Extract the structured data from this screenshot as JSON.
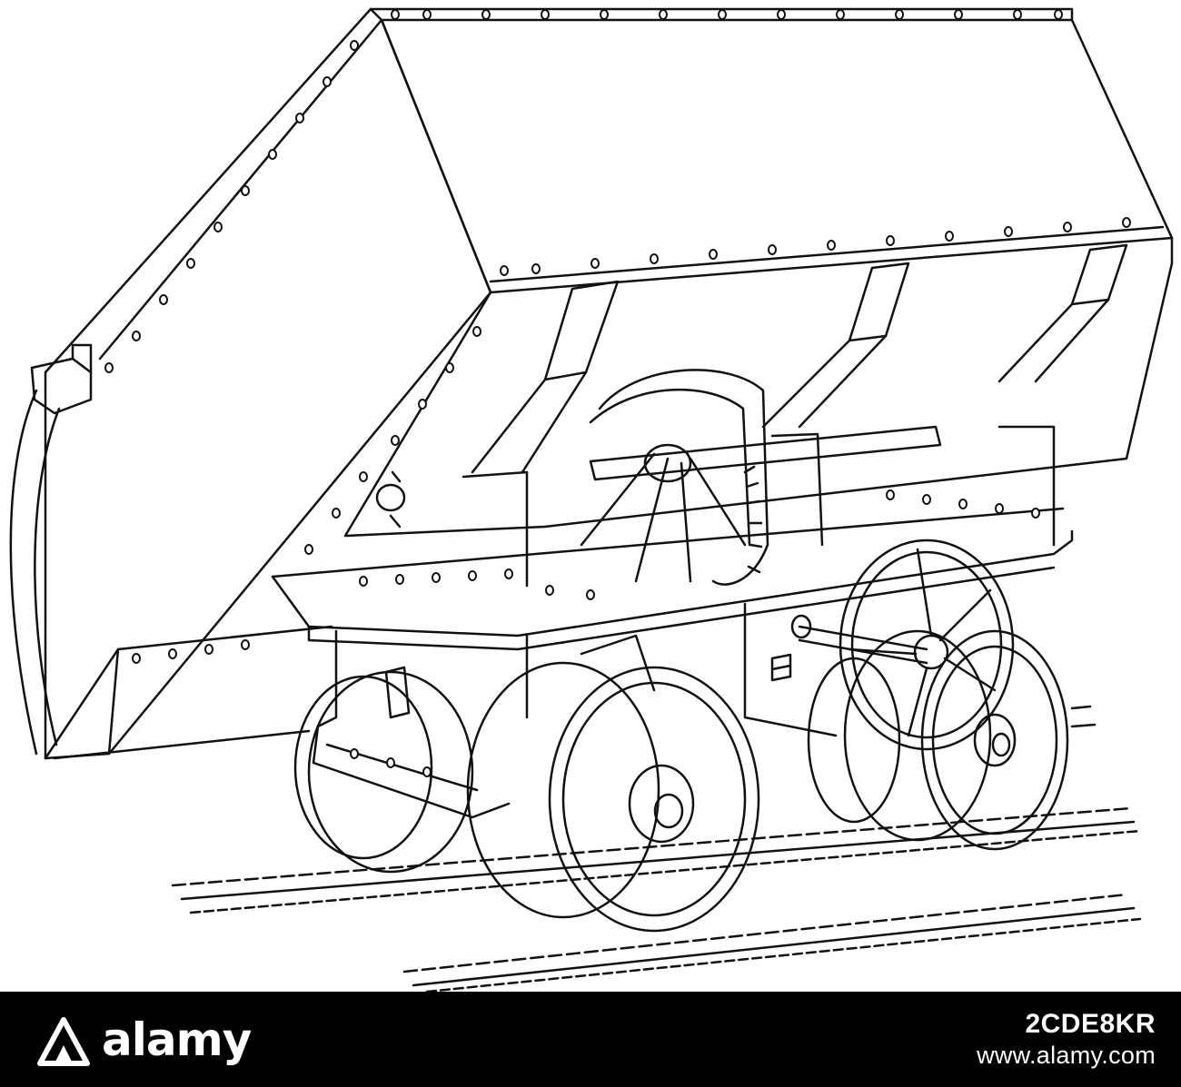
{
  "brand": {
    "name": "alamy",
    "logo_icon": "alamy-logo-icon"
  },
  "footer": {
    "image_id": "2CDE8KR",
    "url": "www.alamy.com"
  },
  "illustration": {
    "subject": "tipping-car-engraving"
  },
  "colors": {
    "footer_bg": "#000000",
    "footer_text": "#ffffff",
    "line": "#111111",
    "paper": "#ffffff"
  }
}
